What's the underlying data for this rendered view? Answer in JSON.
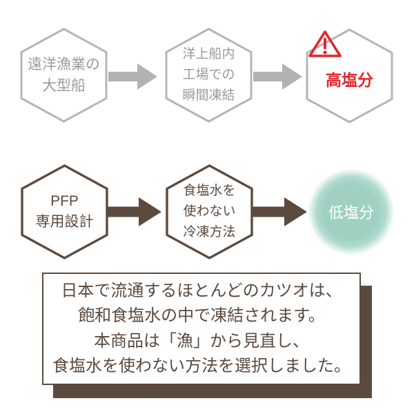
{
  "colors": {
    "gray_border": "#b5b5b5",
    "gray_text": "#9a9a9a",
    "gray_arrow": "#b2b2b2",
    "brown": "#5b4a3e",
    "red": "#e0272e",
    "green": "#9fd0c2",
    "white": "#ffffff"
  },
  "flow_conventional": {
    "steps": [
      {
        "lines": [
          "遠洋漁業の",
          "大型船"
        ]
      },
      {
        "lines": [
          "洋上船内",
          "工場での",
          "瞬間凍結"
        ]
      },
      {
        "icon": "warning-icon",
        "label": "高塩分"
      }
    ]
  },
  "flow_pfp": {
    "steps": [
      {
        "lines": [
          "PFP",
          "専用設計"
        ]
      },
      {
        "lines": [
          "食塩水を",
          "使わない",
          "冷凍方法"
        ]
      },
      {
        "label": "低塩分"
      }
    ]
  },
  "note": {
    "lines": [
      "日本で流通するほとんどのカツオは、",
      "飽和食塩水の中で凍結されます。",
      "本商品は「漁」から見直し、",
      "食塩水を使わない方法を選択しました。"
    ]
  }
}
